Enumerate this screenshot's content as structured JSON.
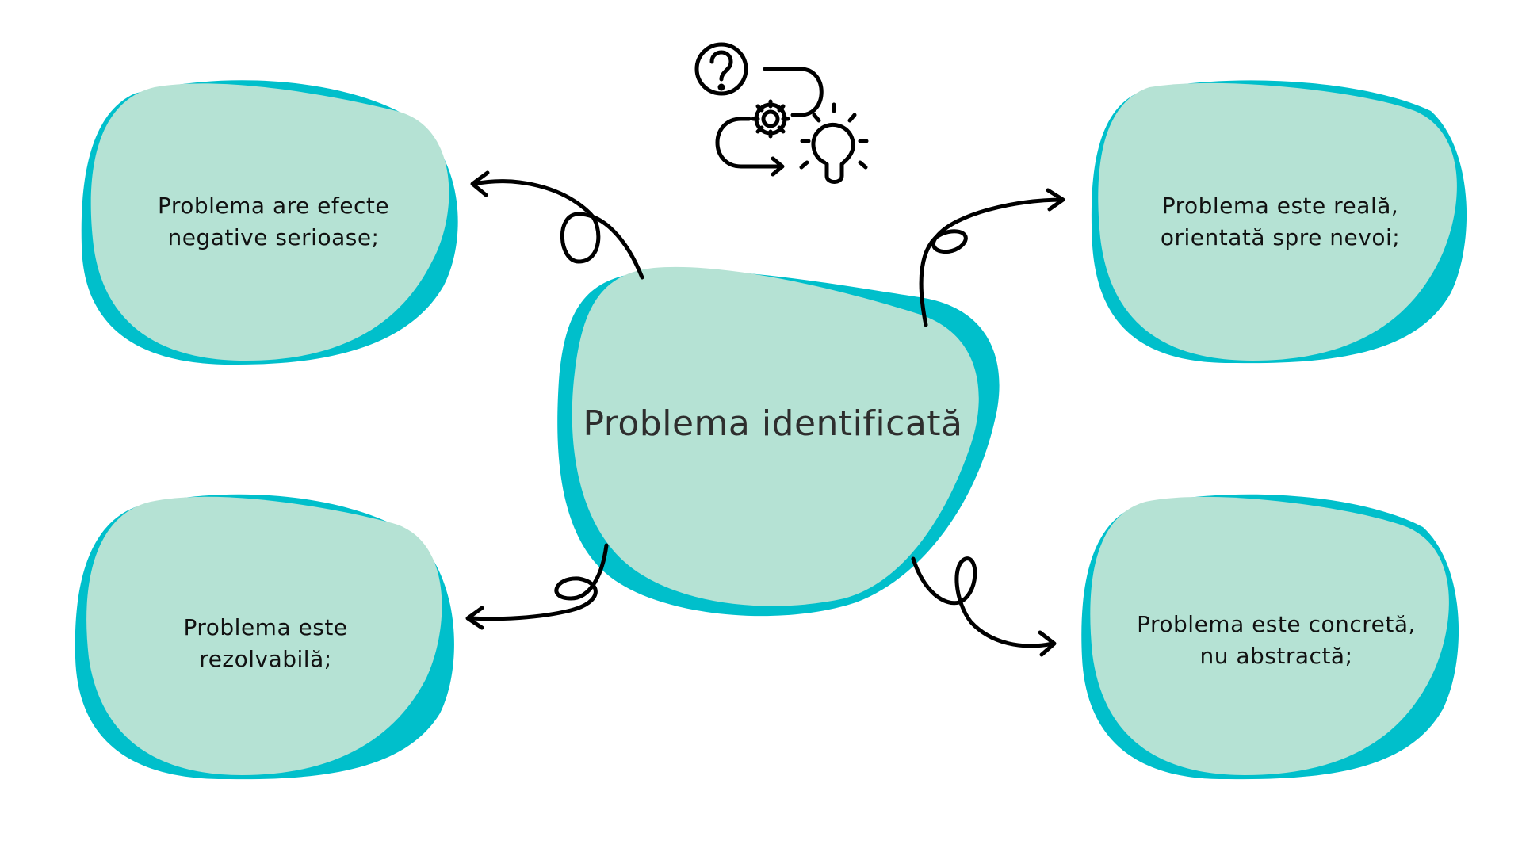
{
  "diagram": {
    "center": {
      "label": "Problema identificată"
    },
    "nodes": [
      {
        "id": "top-left",
        "label": "Problema are efecte\nnegative serioase;"
      },
      {
        "id": "top-right",
        "label": "Problema este reală,\norientată spre nevoi;"
      },
      {
        "id": "bottom-left",
        "label": "Problema este\nrezolvabilă;"
      },
      {
        "id": "bottom-right",
        "label": "Problema este concretă,\nnu abstractă;"
      }
    ]
  },
  "icons": {
    "process": [
      "question-circle-icon",
      "gear-icon",
      "lightbulb-icon"
    ]
  },
  "colors": {
    "blob_fill": "#b5e2d4",
    "blob_shadow": "#00bfcb",
    "arrow": "#000000",
    "text": "#111111"
  }
}
